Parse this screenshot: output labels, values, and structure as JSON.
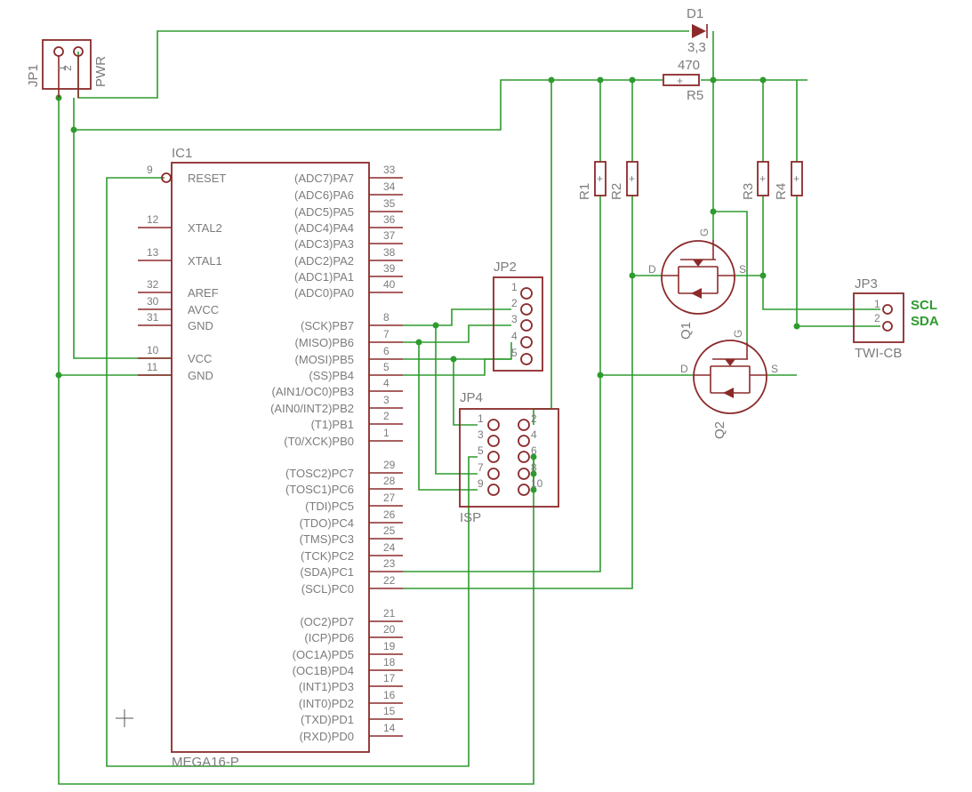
{
  "ic1": {
    "ref": "IC1",
    "value": "MEGA16-P",
    "left_pins": [
      {
        "num": "9",
        "name": "RESET"
      },
      {
        "num": "12",
        "name": "XTAL2"
      },
      {
        "num": "13",
        "name": "XTAL1"
      },
      {
        "num": "32",
        "name": "AREF"
      },
      {
        "num": "30",
        "name": "AVCC"
      },
      {
        "num": "31",
        "name": "GND"
      },
      {
        "num": "10",
        "name": "VCC"
      },
      {
        "num": "11",
        "name": "GND"
      }
    ],
    "right_pins": [
      {
        "num": "33",
        "name": "(ADC7)PA7"
      },
      {
        "num": "34",
        "name": "(ADC6)PA6"
      },
      {
        "num": "35",
        "name": "(ADC5)PA5"
      },
      {
        "num": "36",
        "name": "(ADC4)PA4"
      },
      {
        "num": "37",
        "name": "(ADC3)PA3"
      },
      {
        "num": "38",
        "name": "(ADC2)PA2"
      },
      {
        "num": "39",
        "name": "(ADC1)PA1"
      },
      {
        "num": "40",
        "name": "(ADC0)PA0"
      },
      {
        "num": "8",
        "name": "(SCK)PB7"
      },
      {
        "num": "7",
        "name": "(MISO)PB6"
      },
      {
        "num": "6",
        "name": "(MOSI)PB5"
      },
      {
        "num": "5",
        "name": "(SS)PB4"
      },
      {
        "num": "4",
        "name": "(AIN1/OC0)PB3"
      },
      {
        "num": "3",
        "name": "(AIN0/INT2)PB2"
      },
      {
        "num": "2",
        "name": "(T1)PB1"
      },
      {
        "num": "1",
        "name": "(T0/XCK)PB0"
      },
      {
        "num": "29",
        "name": "(TOSC2)PC7"
      },
      {
        "num": "28",
        "name": "(TOSC1)PC6"
      },
      {
        "num": "27",
        "name": "(TDI)PC5"
      },
      {
        "num": "26",
        "name": "(TDO)PC4"
      },
      {
        "num": "25",
        "name": "(TMS)PC3"
      },
      {
        "num": "24",
        "name": "(TCK)PC2"
      },
      {
        "num": "23",
        "name": "(SDA)PC1"
      },
      {
        "num": "22",
        "name": "(SCL)PC0"
      },
      {
        "num": "21",
        "name": "(OC2)PD7"
      },
      {
        "num": "20",
        "name": "(ICP)PD6"
      },
      {
        "num": "19",
        "name": "(OC1A)PD5"
      },
      {
        "num": "18",
        "name": "(OC1B)PD4"
      },
      {
        "num": "17",
        "name": "(INT1)PD3"
      },
      {
        "num": "16",
        "name": "(INT0)PD2"
      },
      {
        "num": "15",
        "name": "(TXD)PD1"
      },
      {
        "num": "14",
        "name": "(RXD)PD0"
      }
    ]
  },
  "jp1": {
    "ref": "JP1",
    "value": "PWR",
    "pin1": "1",
    "pin2": "2"
  },
  "jp2": {
    "ref": "JP2",
    "pins": [
      "1",
      "2",
      "3",
      "4",
      "5"
    ]
  },
  "jp3": {
    "ref": "JP3",
    "value": "TWI-CB",
    "pins": [
      "1",
      "2"
    ],
    "sig1": "SCL",
    "sig2": "SDA"
  },
  "jp4": {
    "ref": "JP4",
    "value": "ISP",
    "pins": [
      "1",
      "2",
      "3",
      "4",
      "5",
      "6",
      "7",
      "8",
      "9",
      "10"
    ]
  },
  "d1": {
    "ref": "D1",
    "value": "3,3"
  },
  "r5": {
    "ref": "R5",
    "value": "470"
  },
  "resistors": {
    "r1": "R1",
    "r2": "R2",
    "r3": "R3",
    "r4": "R4"
  },
  "q1": {
    "ref": "Q1",
    "d": "D",
    "g": "G",
    "s": "S"
  },
  "q2": {
    "ref": "Q2",
    "d": "D",
    "g": "G",
    "s": "S"
  },
  "colors": {
    "wire": "#2e9b2e",
    "part": "#8b2a2a",
    "text": "#7c7c7c"
  }
}
